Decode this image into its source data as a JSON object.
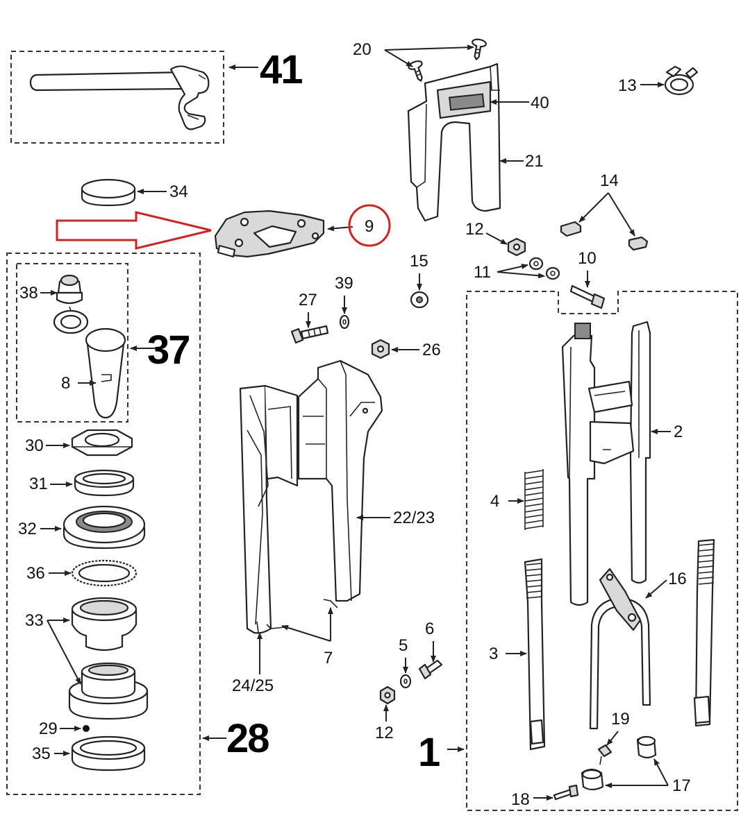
{
  "labels": {
    "l41": "41",
    "l20": "20",
    "l13": "13",
    "l40": "40",
    "l21": "21",
    "l34": "34",
    "l14": "14",
    "l9": "9",
    "l12a": "12",
    "l15": "15",
    "l11": "11",
    "l10": "10",
    "l38": "38",
    "l37": "37",
    "l27": "27",
    "l39": "39",
    "l26": "26",
    "l8": "8",
    "l2": "2",
    "l30": "30",
    "l31": "31",
    "l4": "4",
    "l2223": "22/23",
    "l32": "32",
    "l36": "36",
    "l16": "16",
    "l33": "33",
    "l6": "6",
    "l5": "5",
    "l3": "3",
    "l7": "7",
    "l2425": "24/25",
    "l19": "19",
    "l29": "29",
    "l28": "28",
    "l12b": "12",
    "l35": "35",
    "l1": "1",
    "l17": "17",
    "l18": "18"
  },
  "highlight": {
    "arrow_color": "#d62020",
    "circle_color": "#d62020"
  }
}
